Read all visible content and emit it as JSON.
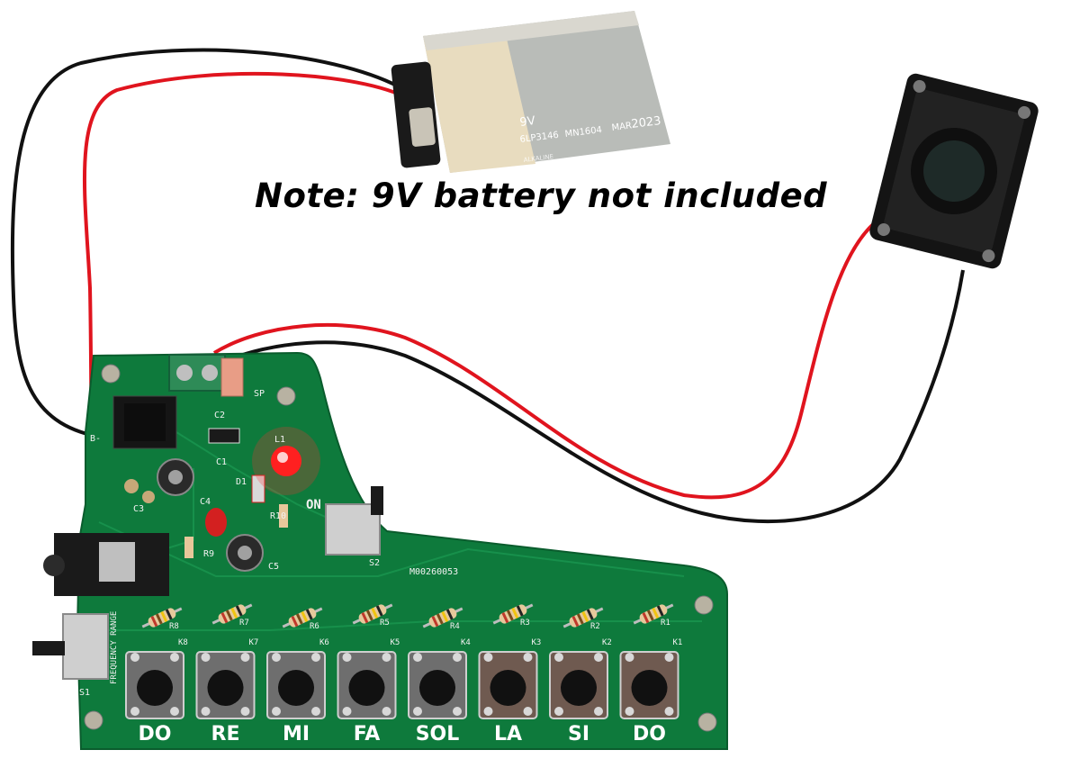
{
  "note": "Note: 9V battery not included",
  "battery": {
    "voltage": "9V",
    "line2_a": "6LP3146",
    "line2_b": "MN1604",
    "line2_c": "MAR",
    "year": "2023",
    "type": "ALKALINE"
  },
  "keys": [
    {
      "note": "DO",
      "ref": "K8",
      "resistor": "R8"
    },
    {
      "note": "RE",
      "ref": "K7",
      "resistor": "R7"
    },
    {
      "note": "MI",
      "ref": "K6",
      "resistor": "R6"
    },
    {
      "note": "FA",
      "ref": "K5",
      "resistor": "R5"
    },
    {
      "note": "SOL",
      "ref": "K4",
      "resistor": "R4"
    },
    {
      "note": "LA",
      "ref": "K3",
      "resistor": "R3"
    },
    {
      "note": "SI",
      "ref": "K2",
      "resistor": "R2"
    },
    {
      "note": "DO",
      "ref": "K1",
      "resistor": "R1"
    }
  ],
  "silkscreen": {
    "power_switch": "ON",
    "board_id": "M00260053",
    "freq_switch": "FREQUENCY RANGE",
    "s1": "S1",
    "s2": "S2",
    "sp": "SP",
    "b_minus": "B-",
    "c1": "C1",
    "c2": "C2",
    "c3": "C3",
    "c4": "C4",
    "c5": "C5",
    "l1": "L1",
    "r9": "R9",
    "r10": "R10",
    "d1": "D1"
  },
  "colors": {
    "board": "#0e7a3c",
    "wire_red": "#e0141e",
    "wire_black": "#111111",
    "battery_body": "#b9bcb8",
    "battery_cap": "#e8dcbf",
    "led": "#ff2020"
  }
}
